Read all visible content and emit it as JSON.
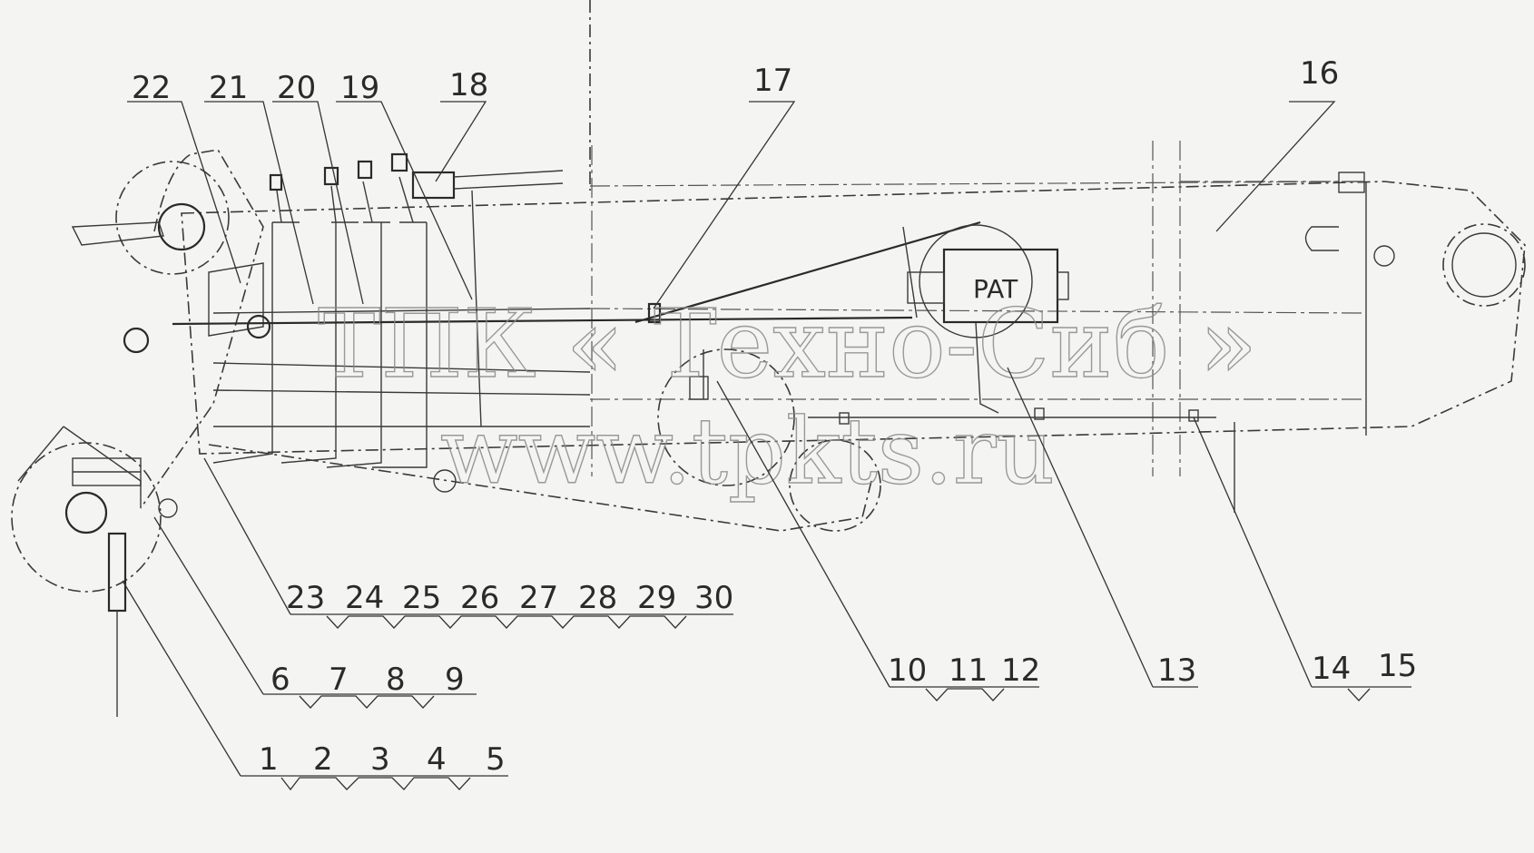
{
  "diagram": {
    "pat_box_label": "PAT",
    "watermark_line1": "ТПК « Техно-Сиб »",
    "watermark_line2": "www.tpkts.ru",
    "callouts": {
      "c1": "1",
      "c2": "2",
      "c3": "3",
      "c4": "4",
      "c5": "5",
      "c6": "6",
      "c7": "7",
      "c8": "8",
      "c9": "9",
      "c10": "10",
      "c11": "11",
      "c12": "12",
      "c13": "13",
      "c14": "14",
      "c15": "15",
      "c16": "16",
      "c17": "17",
      "c18": "18",
      "c19": "19",
      "c20": "20",
      "c21": "21",
      "c22": "22",
      "c23": "23",
      "c24": "24",
      "c25": "25",
      "c26": "26",
      "c27": "27",
      "c28": "28",
      "c29": "29",
      "c30": "30"
    }
  }
}
